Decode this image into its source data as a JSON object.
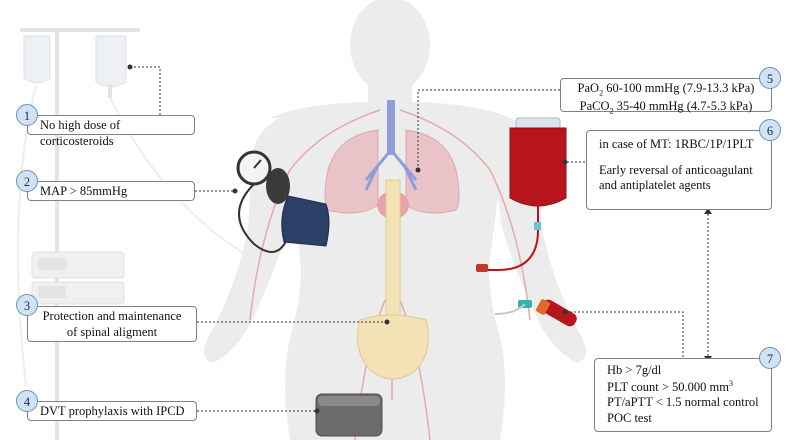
{
  "steps": [
    {
      "num": "1",
      "text": "No high dose of corticosteroids"
    },
    {
      "num": "2",
      "text": "MAP > 85mmHg"
    },
    {
      "num": "3",
      "line1": "Protection and maintenance",
      "line2": "of spinal aligment"
    },
    {
      "num": "4",
      "text": "DVT prophylaxis with IPCD"
    },
    {
      "num": "5",
      "pao2_pre": "PaO",
      "pao2_sub": "2",
      "pao2_post": " 60-100 mmHg (7.9-13.3 kPa)",
      "paco2_pre": "PaCO",
      "paco2_sub": "2",
      "paco2_post": " 35-40 mmHg (4.7-5.3 kPa)"
    },
    {
      "num": "6",
      "line1": "in case of MT: 1RBC/1P/1PLT",
      "line2": "Early reversal of anticoagulant",
      "line3": "and antiplatelet agents"
    },
    {
      "num": "7",
      "line1": "Hb > 7g/dl",
      "line2_pre": "PLT count > 50.000 mm",
      "line2_sup": "3",
      "line3": "PT/aPTT < 1.5 normal control",
      "line4": "POC test"
    }
  ],
  "colors": {
    "badge_fill": "#cfe3f5",
    "badge_border": "#6f8fb5",
    "box_border": "#7a8290",
    "body_silhouette": "#ececec",
    "blood": "#b8141c",
    "bp_cuff": "#2c3f66",
    "ipcd": "#6b6b6b",
    "spine": "#f3e2b5"
  }
}
